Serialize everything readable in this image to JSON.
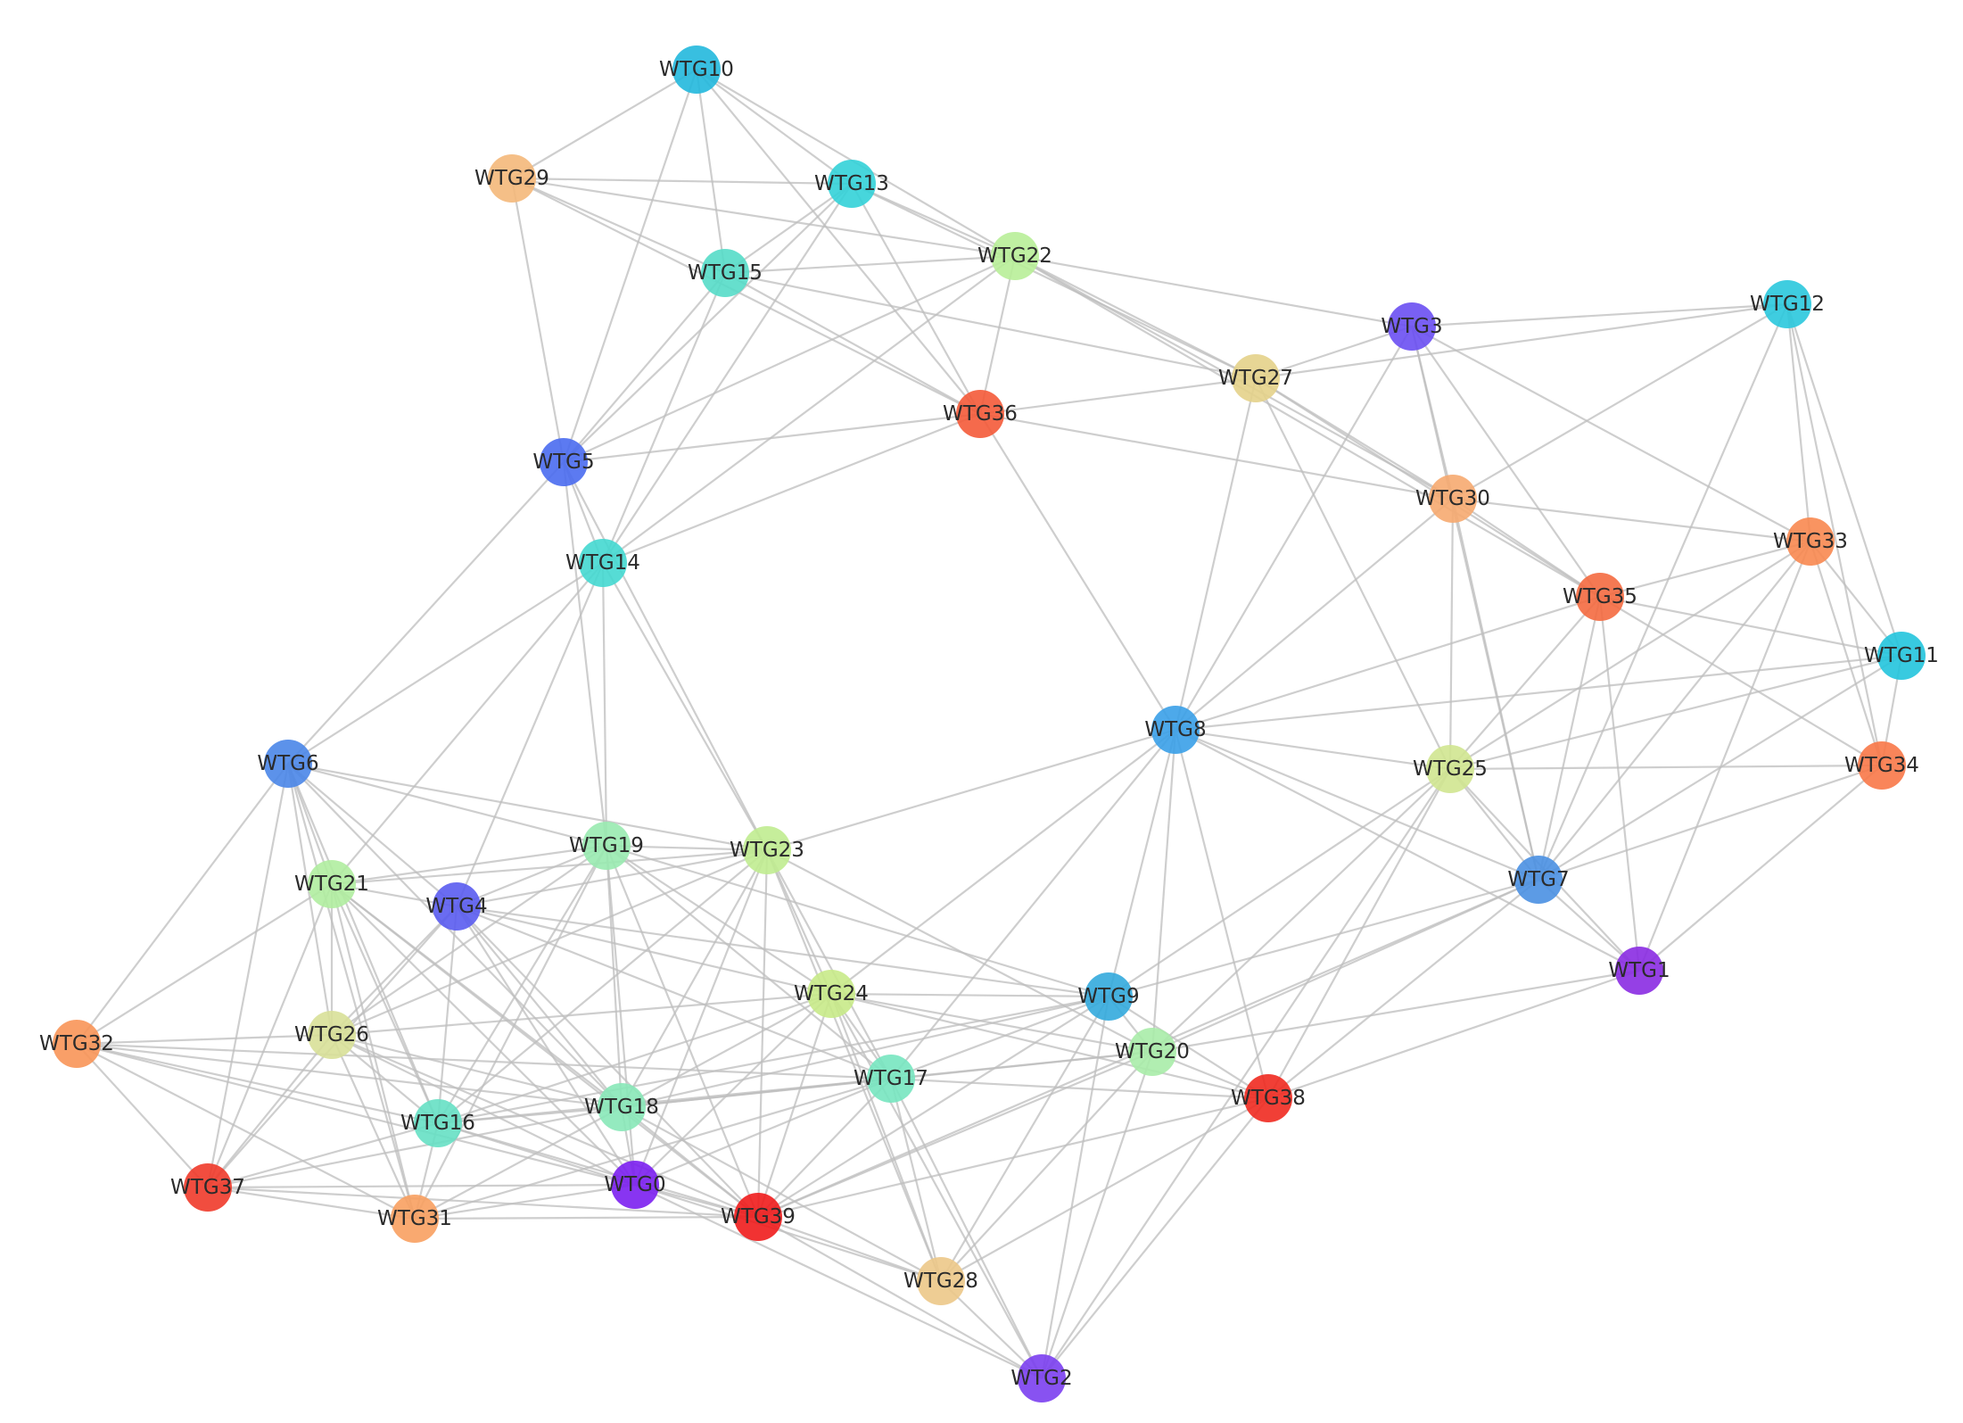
{
  "graph": {
    "nodes": [
      {
        "id": "WTG0",
        "label": "WTG0",
        "color": "#7b1ff0"
      },
      {
        "id": "WTG1",
        "label": "WTG1",
        "color": "#8a2be2"
      },
      {
        "id": "WTG2",
        "label": "WTG2",
        "color": "#7b3ff0"
      },
      {
        "id": "WTG3",
        "label": "WTG3",
        "color": "#6a4ff2"
      },
      {
        "id": "WTG4",
        "label": "WTG4",
        "color": "#5a5cf0"
      },
      {
        "id": "WTG5",
        "label": "WTG5",
        "color": "#4a6cf0"
      },
      {
        "id": "WTG6",
        "label": "WTG6",
        "color": "#4a86e8"
      },
      {
        "id": "WTG7",
        "label": "WTG7",
        "color": "#4a90e2"
      },
      {
        "id": "WTG8",
        "label": "WTG8",
        "color": "#3aa0e8"
      },
      {
        "id": "WTG9",
        "label": "WTG9",
        "color": "#33aadd"
      },
      {
        "id": "WTG10",
        "label": "WTG10",
        "color": "#22b8dd"
      },
      {
        "id": "WTG11",
        "label": "WTG11",
        "color": "#22c4dd"
      },
      {
        "id": "WTG12",
        "label": "WTG12",
        "color": "#2ac8dd"
      },
      {
        "id": "WTG13",
        "label": "WTG13",
        "color": "#33d2d8"
      },
      {
        "id": "WTG14",
        "label": "WTG14",
        "color": "#44d8d0"
      },
      {
        "id": "WTG15",
        "label": "WTG15",
        "color": "#55dcc8"
      },
      {
        "id": "WTG16",
        "label": "WTG16",
        "color": "#66e0c4"
      },
      {
        "id": "WTG17",
        "label": "WTG17",
        "color": "#77e6c0"
      },
      {
        "id": "WTG18",
        "label": "WTG18",
        "color": "#88e8b8"
      },
      {
        "id": "WTG19",
        "label": "WTG19",
        "color": "#99eab0"
      },
      {
        "id": "WTG20",
        "label": "WTG20",
        "color": "#a8eca8"
      },
      {
        "id": "WTG21",
        "label": "WTG21",
        "color": "#b0eda0"
      },
      {
        "id": "WTG22",
        "label": "WTG22",
        "color": "#b8ee98"
      },
      {
        "id": "WTG23",
        "label": "WTG23",
        "color": "#c0ec90"
      },
      {
        "id": "WTG24",
        "label": "WTG24",
        "color": "#c8ea88"
      },
      {
        "id": "WTG25",
        "label": "WTG25",
        "color": "#d0e690"
      },
      {
        "id": "WTG26",
        "label": "WTG26",
        "color": "#d8e098"
      },
      {
        "id": "WTG27",
        "label": "WTG27",
        "color": "#e4d28a"
      },
      {
        "id": "WTG28",
        "label": "WTG28",
        "color": "#ecc888"
      },
      {
        "id": "WTG29",
        "label": "WTG29",
        "color": "#f4b87a"
      },
      {
        "id": "WTG30",
        "label": "WTG30",
        "color": "#f6aa70"
      },
      {
        "id": "WTG31",
        "label": "WTG31",
        "color": "#f8a060"
      },
      {
        "id": "WTG32",
        "label": "WTG32",
        "color": "#f89558"
      },
      {
        "id": "WTG33",
        "label": "WTG33",
        "color": "#f88850"
      },
      {
        "id": "WTG34",
        "label": "WTG34",
        "color": "#f87848"
      },
      {
        "id": "WTG35",
        "label": "WTG35",
        "color": "#f46a40"
      },
      {
        "id": "WTG36",
        "label": "WTG36",
        "color": "#f45a38"
      },
      {
        "id": "WTG37",
        "label": "WTG37",
        "color": "#f03a2a"
      },
      {
        "id": "WTG38",
        "label": "WTG38",
        "color": "#f02a20"
      },
      {
        "id": "WTG39",
        "label": "WTG39",
        "color": "#f01c1c"
      }
    ],
    "edges": [
      [
        "WTG10",
        "WTG29"
      ],
      [
        "WTG10",
        "WTG13"
      ],
      [
        "WTG10",
        "WTG15"
      ],
      [
        "WTG10",
        "WTG22"
      ],
      [
        "WTG10",
        "WTG5"
      ],
      [
        "WTG10",
        "WTG36"
      ],
      [
        "WTG29",
        "WTG13"
      ],
      [
        "WTG29",
        "WTG15"
      ],
      [
        "WTG29",
        "WTG22"
      ],
      [
        "WTG29",
        "WTG5"
      ],
      [
        "WTG29",
        "WTG36"
      ],
      [
        "WTG13",
        "WTG15"
      ],
      [
        "WTG13",
        "WTG22"
      ],
      [
        "WTG13",
        "WTG5"
      ],
      [
        "WTG13",
        "WTG14"
      ],
      [
        "WTG13",
        "WTG36"
      ],
      [
        "WTG13",
        "WTG27"
      ],
      [
        "WTG15",
        "WTG22"
      ],
      [
        "WTG15",
        "WTG5"
      ],
      [
        "WTG15",
        "WTG14"
      ],
      [
        "WTG15",
        "WTG36"
      ],
      [
        "WTG15",
        "WTG27"
      ],
      [
        "WTG22",
        "WTG5"
      ],
      [
        "WTG22",
        "WTG14"
      ],
      [
        "WTG22",
        "WTG36"
      ],
      [
        "WTG22",
        "WTG27"
      ],
      [
        "WTG22",
        "WTG3"
      ],
      [
        "WTG22",
        "WTG30"
      ],
      [
        "WTG22",
        "WTG35"
      ],
      [
        "WTG5",
        "WTG36"
      ],
      [
        "WTG5",
        "WTG14"
      ],
      [
        "WTG5",
        "WTG6"
      ],
      [
        "WTG5",
        "WTG19"
      ],
      [
        "WTG5",
        "WTG23"
      ],
      [
        "WTG36",
        "WTG27"
      ],
      [
        "WTG36",
        "WTG14"
      ],
      [
        "WTG36",
        "WTG30"
      ],
      [
        "WTG36",
        "WTG8"
      ],
      [
        "WTG3",
        "WTG27"
      ],
      [
        "WTG3",
        "WTG12"
      ],
      [
        "WTG3",
        "WTG30"
      ],
      [
        "WTG3",
        "WTG35"
      ],
      [
        "WTG3",
        "WTG33"
      ],
      [
        "WTG3",
        "WTG8"
      ],
      [
        "WTG3",
        "WTG7"
      ],
      [
        "WTG27",
        "WTG12"
      ],
      [
        "WTG27",
        "WTG30"
      ],
      [
        "WTG27",
        "WTG35"
      ],
      [
        "WTG27",
        "WTG8"
      ],
      [
        "WTG27",
        "WTG25"
      ],
      [
        "WTG12",
        "WTG30"
      ],
      [
        "WTG12",
        "WTG33"
      ],
      [
        "WTG12",
        "WTG11"
      ],
      [
        "WTG12",
        "WTG34"
      ],
      [
        "WTG12",
        "WTG7"
      ],
      [
        "WTG30",
        "WTG33"
      ],
      [
        "WTG30",
        "WTG35"
      ],
      [
        "WTG30",
        "WTG8"
      ],
      [
        "WTG30",
        "WTG25"
      ],
      [
        "WTG30",
        "WTG7"
      ],
      [
        "WTG33",
        "WTG35"
      ],
      [
        "WTG33",
        "WTG11"
      ],
      [
        "WTG33",
        "WTG34"
      ],
      [
        "WTG33",
        "WTG25"
      ],
      [
        "WTG33",
        "WTG7"
      ],
      [
        "WTG33",
        "WTG1"
      ],
      [
        "WTG35",
        "WTG11"
      ],
      [
        "WTG35",
        "WTG34"
      ],
      [
        "WTG35",
        "WTG25"
      ],
      [
        "WTG35",
        "WTG7"
      ],
      [
        "WTG35",
        "WTG1"
      ],
      [
        "WTG35",
        "WTG8"
      ],
      [
        "WTG11",
        "WTG34"
      ],
      [
        "WTG11",
        "WTG25"
      ],
      [
        "WTG11",
        "WTG7"
      ],
      [
        "WTG11",
        "WTG8"
      ],
      [
        "WTG34",
        "WTG25"
      ],
      [
        "WTG34",
        "WTG7"
      ],
      [
        "WTG34",
        "WTG1"
      ],
      [
        "WTG14",
        "WTG6"
      ],
      [
        "WTG14",
        "WTG19"
      ],
      [
        "WTG14",
        "WTG23"
      ],
      [
        "WTG14",
        "WTG21"
      ],
      [
        "WTG14",
        "WTG4"
      ],
      [
        "WTG8",
        "WTG25"
      ],
      [
        "WTG8",
        "WTG7"
      ],
      [
        "WTG8",
        "WTG23"
      ],
      [
        "WTG8",
        "WTG9"
      ],
      [
        "WTG8",
        "WTG20"
      ],
      [
        "WTG8",
        "WTG38"
      ],
      [
        "WTG8",
        "WTG17"
      ],
      [
        "WTG8",
        "WTG24"
      ],
      [
        "WTG8",
        "WTG1"
      ],
      [
        "WTG25",
        "WTG7"
      ],
      [
        "WTG25",
        "WTG1"
      ],
      [
        "WTG25",
        "WTG9"
      ],
      [
        "WTG25",
        "WTG20"
      ],
      [
        "WTG25",
        "WTG38"
      ],
      [
        "WTG25",
        "WTG2"
      ],
      [
        "WTG7",
        "WTG1"
      ],
      [
        "WTG7",
        "WTG9"
      ],
      [
        "WTG7",
        "WTG20"
      ],
      [
        "WTG7",
        "WTG38"
      ],
      [
        "WTG7",
        "WTG39"
      ],
      [
        "WTG1",
        "WTG38"
      ],
      [
        "WTG1",
        "WTG20"
      ],
      [
        "WTG6",
        "WTG21"
      ],
      [
        "WTG6",
        "WTG4"
      ],
      [
        "WTG6",
        "WTG19"
      ],
      [
        "WTG6",
        "WTG23"
      ],
      [
        "WTG6",
        "WTG26"
      ],
      [
        "WTG6",
        "WTG32"
      ],
      [
        "WTG6",
        "WTG16"
      ],
      [
        "WTG6",
        "WTG37"
      ],
      [
        "WTG6",
        "WTG31"
      ],
      [
        "WTG6",
        "WTG18"
      ],
      [
        "WTG19",
        "WTG23"
      ],
      [
        "WTG19",
        "WTG21"
      ],
      [
        "WTG19",
        "WTG4"
      ],
      [
        "WTG19",
        "WTG24"
      ],
      [
        "WTG19",
        "WTG26"
      ],
      [
        "WTG19",
        "WTG16"
      ],
      [
        "WTG19",
        "WTG18"
      ],
      [
        "WTG19",
        "WTG0"
      ],
      [
        "WTG19",
        "WTG39"
      ],
      [
        "WTG19",
        "WTG17"
      ],
      [
        "WTG19",
        "WTG31"
      ],
      [
        "WTG19",
        "WTG9"
      ],
      [
        "WTG23",
        "WTG21"
      ],
      [
        "WTG23",
        "WTG4"
      ],
      [
        "WTG23",
        "WTG24"
      ],
      [
        "WTG23",
        "WTG17"
      ],
      [
        "WTG23",
        "WTG18"
      ],
      [
        "WTG23",
        "WTG16"
      ],
      [
        "WTG23",
        "WTG0"
      ],
      [
        "WTG23",
        "WTG39"
      ],
      [
        "WTG23",
        "WTG28"
      ],
      [
        "WTG23",
        "WTG20"
      ],
      [
        "WTG23",
        "WTG26"
      ],
      [
        "WTG21",
        "WTG4"
      ],
      [
        "WTG21",
        "WTG26"
      ],
      [
        "WTG21",
        "WTG32"
      ],
      [
        "WTG21",
        "WTG16"
      ],
      [
        "WTG21",
        "WTG37"
      ],
      [
        "WTG21",
        "WTG31"
      ],
      [
        "WTG21",
        "WTG18"
      ],
      [
        "WTG21",
        "WTG0"
      ],
      [
        "WTG21",
        "WTG39"
      ],
      [
        "WTG4",
        "WTG26"
      ],
      [
        "WTG4",
        "WTG16"
      ],
      [
        "WTG4",
        "WTG18"
      ],
      [
        "WTG4",
        "WTG24"
      ],
      [
        "WTG4",
        "WTG0"
      ],
      [
        "WTG4",
        "WTG39"
      ],
      [
        "WTG4",
        "WTG37"
      ],
      [
        "WTG4",
        "WTG17"
      ],
      [
        "WTG4",
        "WTG9"
      ],
      [
        "WTG24",
        "WTG17"
      ],
      [
        "WTG24",
        "WTG9"
      ],
      [
        "WTG24",
        "WTG20"
      ],
      [
        "WTG24",
        "WTG18"
      ],
      [
        "WTG24",
        "WTG16"
      ],
      [
        "WTG24",
        "WTG39"
      ],
      [
        "WTG24",
        "WTG28"
      ],
      [
        "WTG24",
        "WTG2"
      ],
      [
        "WTG24",
        "WTG0"
      ],
      [
        "WTG24",
        "WTG26"
      ],
      [
        "WTG24",
        "WTG38"
      ],
      [
        "WTG9",
        "WTG20"
      ],
      [
        "WTG9",
        "WTG17"
      ],
      [
        "WTG9",
        "WTG38"
      ],
      [
        "WTG9",
        "WTG2"
      ],
      [
        "WTG9",
        "WTG28"
      ],
      [
        "WTG9",
        "WTG18"
      ],
      [
        "WTG9",
        "WTG16"
      ],
      [
        "WTG9",
        "WTG39"
      ],
      [
        "WTG20",
        "WTG38"
      ],
      [
        "WTG20",
        "WTG17"
      ],
      [
        "WTG20",
        "WTG2"
      ],
      [
        "WTG20",
        "WTG28"
      ],
      [
        "WTG20",
        "WTG39"
      ],
      [
        "WTG20",
        "WTG18"
      ],
      [
        "WTG38",
        "WTG17"
      ],
      [
        "WTG38",
        "WTG2"
      ],
      [
        "WTG38",
        "WTG39"
      ],
      [
        "WTG38",
        "WTG28"
      ],
      [
        "WTG32",
        "WTG26"
      ],
      [
        "WTG32",
        "WTG16"
      ],
      [
        "WTG32",
        "WTG37"
      ],
      [
        "WTG32",
        "WTG31"
      ],
      [
        "WTG32",
        "WTG18"
      ],
      [
        "WTG32",
        "WTG0"
      ],
      [
        "WTG32",
        "WTG17"
      ],
      [
        "WTG26",
        "WTG16"
      ],
      [
        "WTG26",
        "WTG37"
      ],
      [
        "WTG26",
        "WTG31"
      ],
      [
        "WTG26",
        "WTG18"
      ],
      [
        "WTG26",
        "WTG0"
      ],
      [
        "WTG26",
        "WTG39"
      ],
      [
        "WTG16",
        "WTG37"
      ],
      [
        "WTG16",
        "WTG31"
      ],
      [
        "WTG16",
        "WTG18"
      ],
      [
        "WTG16",
        "WTG0"
      ],
      [
        "WTG16",
        "WTG39"
      ],
      [
        "WTG16",
        "WTG17"
      ],
      [
        "WTG18",
        "WTG37"
      ],
      [
        "WTG18",
        "WTG31"
      ],
      [
        "WTG18",
        "WTG0"
      ],
      [
        "WTG18",
        "WTG39"
      ],
      [
        "WTG18",
        "WTG17"
      ],
      [
        "WTG18",
        "WTG28"
      ],
      [
        "WTG37",
        "WTG31"
      ],
      [
        "WTG37",
        "WTG0"
      ],
      [
        "WTG37",
        "WTG39"
      ],
      [
        "WTG31",
        "WTG0"
      ],
      [
        "WTG31",
        "WTG39"
      ],
      [
        "WTG31",
        "WTG17"
      ],
      [
        "WTG0",
        "WTG39"
      ],
      [
        "WTG0",
        "WTG28"
      ],
      [
        "WTG0",
        "WTG2"
      ],
      [
        "WTG0",
        "WTG17"
      ],
      [
        "WTG39",
        "WTG28"
      ],
      [
        "WTG39",
        "WTG2"
      ],
      [
        "WTG39",
        "WTG17"
      ],
      [
        "WTG17",
        "WTG28"
      ],
      [
        "WTG17",
        "WTG2"
      ],
      [
        "WTG28",
        "WTG2"
      ]
    ]
  }
}
